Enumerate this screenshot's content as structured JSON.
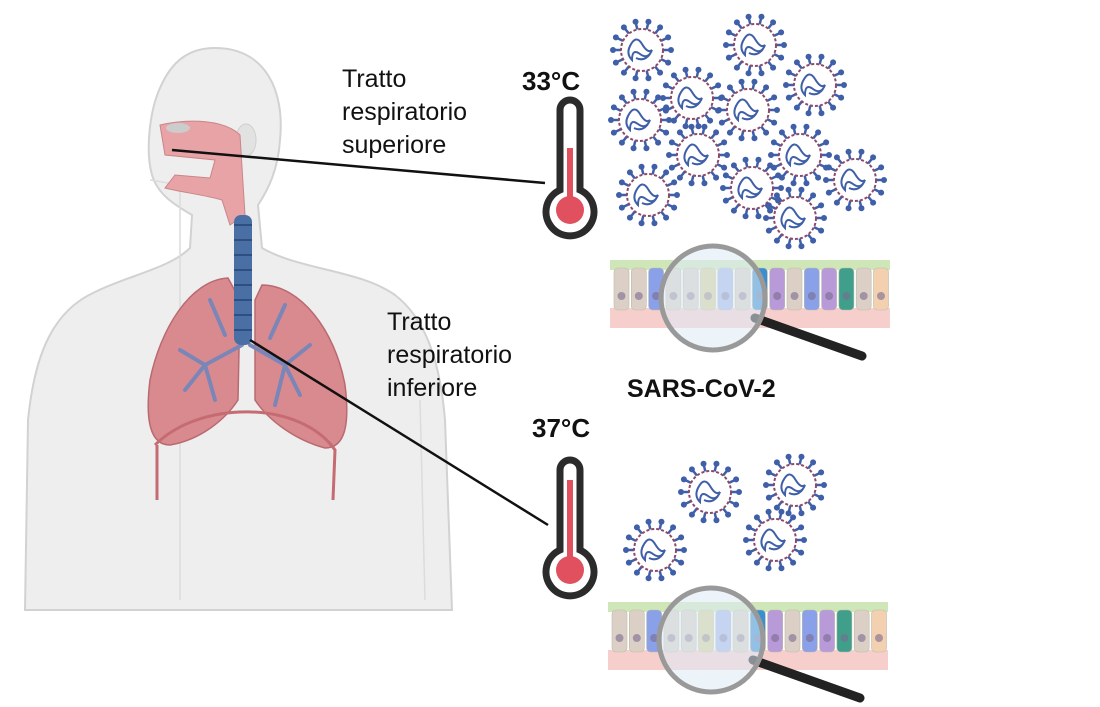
{
  "upper": {
    "label_lines": [
      "Tratto",
      "respiratorio",
      "superiore"
    ],
    "temperature": "33°C"
  },
  "lower": {
    "label_lines": [
      "Tratto",
      "respiratorio",
      "inferiore"
    ],
    "temperature": "37°C"
  },
  "virus_name": "SARS-CoV-2",
  "colors": {
    "lung": "#d98a8f",
    "trachea": "#4a6fa5",
    "thermo_red": "#e0505e",
    "virus_spike": "#3f5fa8",
    "virus_membrane": "#8a4a6a",
    "body": "#eeeeee"
  }
}
